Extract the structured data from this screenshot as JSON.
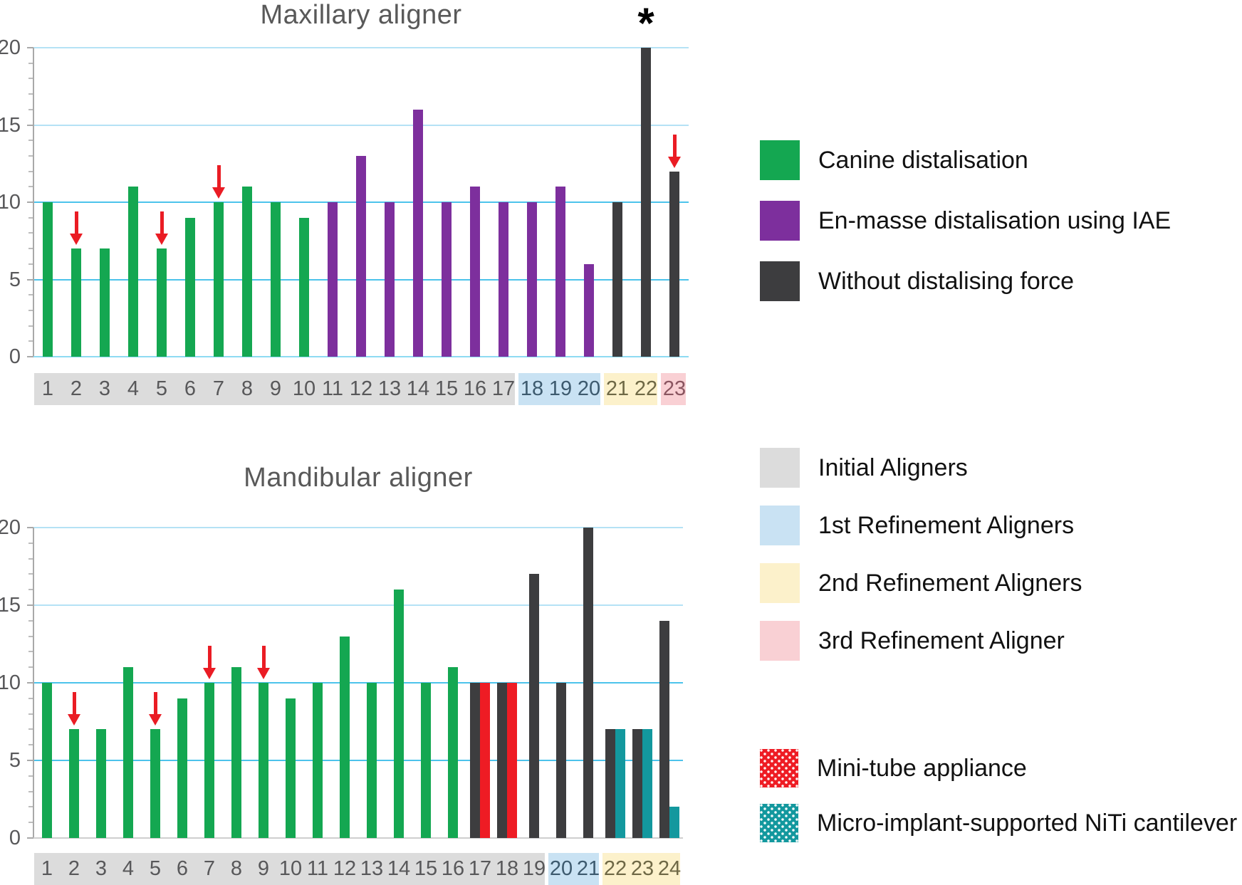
{
  "figure": {
    "background": "#ffffff"
  },
  "colors": {
    "series": {
      "canine": "#14a751",
      "enmasse": "#7d2f9d",
      "without": "#3d3d3f",
      "minitube": "#ee1c24",
      "niti": "#13989e"
    },
    "gridline_strong": "#4cc3eb",
    "gridline_light": "#b5e2f5",
    "baseline_top": "#8edbf2",
    "baseline_bottom": "#cfcfcf",
    "axis_line": "#a9a9a9",
    "minor_tick": "#bdbdbd",
    "y_label": "#58585a",
    "arrow": "#ea1c24",
    "star": "#000000"
  },
  "annotations": {
    "star_symbol": "*"
  },
  "chart_data": [
    {
      "type": "bar",
      "title": "Maxillary aligner",
      "xlabel": "",
      "ylabel": "",
      "ylim": [
        0,
        20
      ],
      "yticks": [
        0,
        5,
        10,
        15,
        20
      ],
      "y_minor_step": 1,
      "strong_gridlines": [
        5,
        10
      ],
      "grid": "horizontal",
      "categories": [
        "1",
        "2",
        "3",
        "4",
        "5",
        "6",
        "7",
        "8",
        "9",
        "10",
        "11",
        "12",
        "13",
        "14",
        "15",
        "16",
        "17",
        "18",
        "19",
        "20",
        "21",
        "22",
        "23"
      ],
      "bars": [
        {
          "cat": "1",
          "value": 10,
          "series": "canine"
        },
        {
          "cat": "2",
          "value": 7,
          "series": "canine",
          "arrow": true
        },
        {
          "cat": "3",
          "value": 7,
          "series": "canine"
        },
        {
          "cat": "4",
          "value": 11,
          "series": "canine"
        },
        {
          "cat": "5",
          "value": 7,
          "series": "canine",
          "arrow": true
        },
        {
          "cat": "6",
          "value": 9,
          "series": "canine"
        },
        {
          "cat": "7",
          "value": 10,
          "series": "canine",
          "arrow": true
        },
        {
          "cat": "8",
          "value": 11,
          "series": "canine"
        },
        {
          "cat": "9",
          "value": 10,
          "series": "canine"
        },
        {
          "cat": "10",
          "value": 9,
          "series": "canine"
        },
        {
          "cat": "11",
          "value": 10,
          "series": "enmasse"
        },
        {
          "cat": "12",
          "value": 13,
          "series": "enmasse"
        },
        {
          "cat": "13",
          "value": 10,
          "series": "enmasse"
        },
        {
          "cat": "14",
          "value": 16,
          "series": "enmasse"
        },
        {
          "cat": "15",
          "value": 10,
          "series": "enmasse"
        },
        {
          "cat": "16",
          "value": 11,
          "series": "enmasse"
        },
        {
          "cat": "17",
          "value": 10,
          "series": "enmasse"
        },
        {
          "cat": "18",
          "value": 10,
          "series": "enmasse"
        },
        {
          "cat": "19",
          "value": 11,
          "series": "enmasse"
        },
        {
          "cat": "20",
          "value": 6,
          "series": "enmasse"
        },
        {
          "cat": "21",
          "value": 10,
          "series": "without"
        },
        {
          "cat": "22",
          "value": 20,
          "series": "without",
          "star": true
        },
        {
          "cat": "23",
          "value": 12,
          "series": "without",
          "arrow": true
        }
      ],
      "x_groups": [
        {
          "label": "Initial Aligners",
          "start": "1",
          "end": "17",
          "bg": "#dcdcdc",
          "text_color": "#58585a"
        },
        {
          "label": "1st Refinement Aligners",
          "start": "18",
          "end": "20",
          "bg": "#c9e2f3",
          "text_color": "#3d5a6e"
        },
        {
          "label": "2nd Refinement Aligners",
          "start": "21",
          "end": "22",
          "bg": "#fcf1cb",
          "text_color": "#6e6845"
        },
        {
          "label": "3rd Refinement Aligner",
          "start": "23",
          "end": "23",
          "bg": "#f9d0d4",
          "text_color": "#8a5560"
        }
      ]
    },
    {
      "type": "bar",
      "title": "Mandibular aligner",
      "xlabel": "",
      "ylabel": "",
      "ylim": [
        0,
        20
      ],
      "yticks": [
        0,
        5,
        10,
        15,
        20
      ],
      "y_minor_step": 1,
      "strong_gridlines": [
        5,
        10
      ],
      "grid": "horizontal",
      "categories": [
        "1",
        "2",
        "3",
        "4",
        "5",
        "6",
        "7",
        "8",
        "9",
        "10",
        "11",
        "12",
        "13",
        "14",
        "15",
        "16",
        "17",
        "18",
        "19",
        "20",
        "21",
        "22",
        "23",
        "24"
      ],
      "bars": [
        {
          "cat": "1",
          "value": 10,
          "series": "canine"
        },
        {
          "cat": "2",
          "value": 7,
          "series": "canine",
          "arrow": true
        },
        {
          "cat": "3",
          "value": 7,
          "series": "canine"
        },
        {
          "cat": "4",
          "value": 11,
          "series": "canine"
        },
        {
          "cat": "5",
          "value": 7,
          "series": "canine",
          "arrow": true
        },
        {
          "cat": "6",
          "value": 9,
          "series": "canine"
        },
        {
          "cat": "7",
          "value": 10,
          "series": "canine",
          "arrow": true
        },
        {
          "cat": "8",
          "value": 11,
          "series": "canine"
        },
        {
          "cat": "9",
          "value": 10,
          "series": "canine",
          "arrow": true
        },
        {
          "cat": "10",
          "value": 9,
          "series": "canine"
        },
        {
          "cat": "11",
          "value": 10,
          "series": "canine"
        },
        {
          "cat": "12",
          "value": 13,
          "series": "canine"
        },
        {
          "cat": "13",
          "value": 10,
          "series": "canine"
        },
        {
          "cat": "14",
          "value": 16,
          "series": "canine"
        },
        {
          "cat": "15",
          "value": 10,
          "series": "canine"
        },
        {
          "cat": "16",
          "value": 11,
          "series": "canine"
        },
        {
          "cat": "17",
          "value": 10,
          "series": "without",
          "value2": 10,
          "series2": "minitube"
        },
        {
          "cat": "18",
          "value": 10,
          "series": "without",
          "value2": 10,
          "series2": "minitube"
        },
        {
          "cat": "19",
          "value": 17,
          "series": "without"
        },
        {
          "cat": "20",
          "value": 10,
          "series": "without"
        },
        {
          "cat": "21",
          "value": 20,
          "series": "without"
        },
        {
          "cat": "22",
          "value": 7,
          "series": "without",
          "value2": 7,
          "series2": "niti"
        },
        {
          "cat": "23",
          "value": 7,
          "series": "without",
          "value2": 7,
          "series2": "niti"
        },
        {
          "cat": "24",
          "value": 14,
          "series": "without",
          "value2": 2,
          "series2": "niti"
        }
      ],
      "x_groups": [
        {
          "label": "Initial Aligners",
          "start": "1",
          "end": "19",
          "bg": "#dcdcdc",
          "text_color": "#58585a"
        },
        {
          "label": "1st Refinement Aligners",
          "start": "20",
          "end": "21",
          "bg": "#c9e2f3",
          "text_color": "#3d5a6e"
        },
        {
          "label": "2nd Refinement Aligners",
          "start": "22",
          "end": "24",
          "bg": "#fcf1cb",
          "text_color": "#6e6845"
        }
      ]
    }
  ],
  "legends": {
    "series": {
      "items": [
        {
          "label": "Canine distalisation",
          "color": "#14a751",
          "pattern": "solid"
        },
        {
          "label": "En-masse distalisation using IAE",
          "color": "#7d2f9d",
          "pattern": "solid"
        },
        {
          "label": "Without distalising force",
          "color": "#3d3d3f",
          "pattern": "solid"
        }
      ]
    },
    "phases": {
      "items": [
        {
          "label": "Initial Aligners",
          "color": "#dcdcdc",
          "pattern": "solid"
        },
        {
          "label": "1st Refinement Aligners",
          "color": "#c9e2f3",
          "pattern": "solid"
        },
        {
          "label": "2nd Refinement Aligners",
          "color": "#fcf1cb",
          "pattern": "solid"
        },
        {
          "label": "3rd Refinement Aligner",
          "color": "#f9d0d4",
          "pattern": "solid"
        }
      ]
    },
    "appliances": {
      "items": [
        {
          "label": "Mini-tube appliance",
          "color": "#ee1c24",
          "pattern": "dots"
        },
        {
          "label": "Micro-implant-supported NiTi cantilever",
          "color": "#13989e",
          "pattern": "dots"
        }
      ]
    }
  }
}
